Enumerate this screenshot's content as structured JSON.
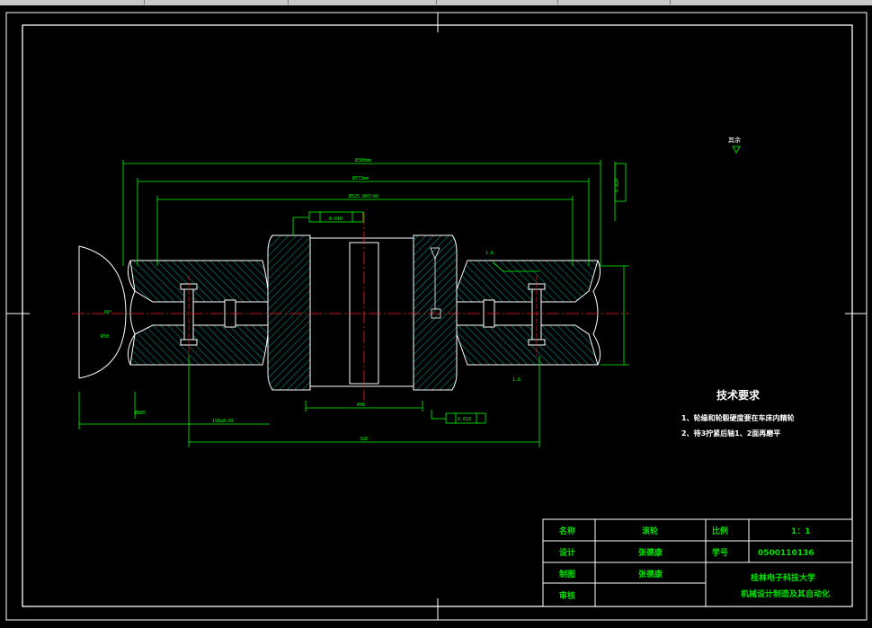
{
  "rough_note": "其余",
  "tech_req": {
    "title": "技术要求",
    "items": [
      "1、轮缘和轮毂硬度要在车床内精轮",
      "2、待3拧紧后轴1、2面再磨平"
    ]
  },
  "title_block": {
    "name_label": "名称",
    "name_value": "滚轮",
    "scale_label": "比例",
    "scale_value": "1：1",
    "design_label": "设计",
    "design_value": "张德康",
    "id_label": "学号",
    "id_value": "0500110136",
    "draw_label": "制图",
    "draw_value": "张德康",
    "review_label": "审核",
    "school": "桂林电子科技大学",
    "dept": "机械设计制造及其自动化"
  },
  "tolerances": {
    "top": "0.010",
    "bottom": "0.018",
    "right_vertical": "0.020"
  },
  "dims": {
    "l1": "Ø380mm",
    "l2": "Ø372mm",
    "l3": "Ø325.807/m6",
    "b1": "198±0.05",
    "b2": "328",
    "b3": "Ø98",
    "surf1": "1.6",
    "surf2": "1.6",
    "left_v": "Ø185",
    "a1": "60°",
    "a2": "R50"
  },
  "colors": {
    "frame": "#ffffff",
    "dim": "#00ff00",
    "center": "#ff2020",
    "hatch": "#00cccc",
    "part": "#ffffff"
  }
}
